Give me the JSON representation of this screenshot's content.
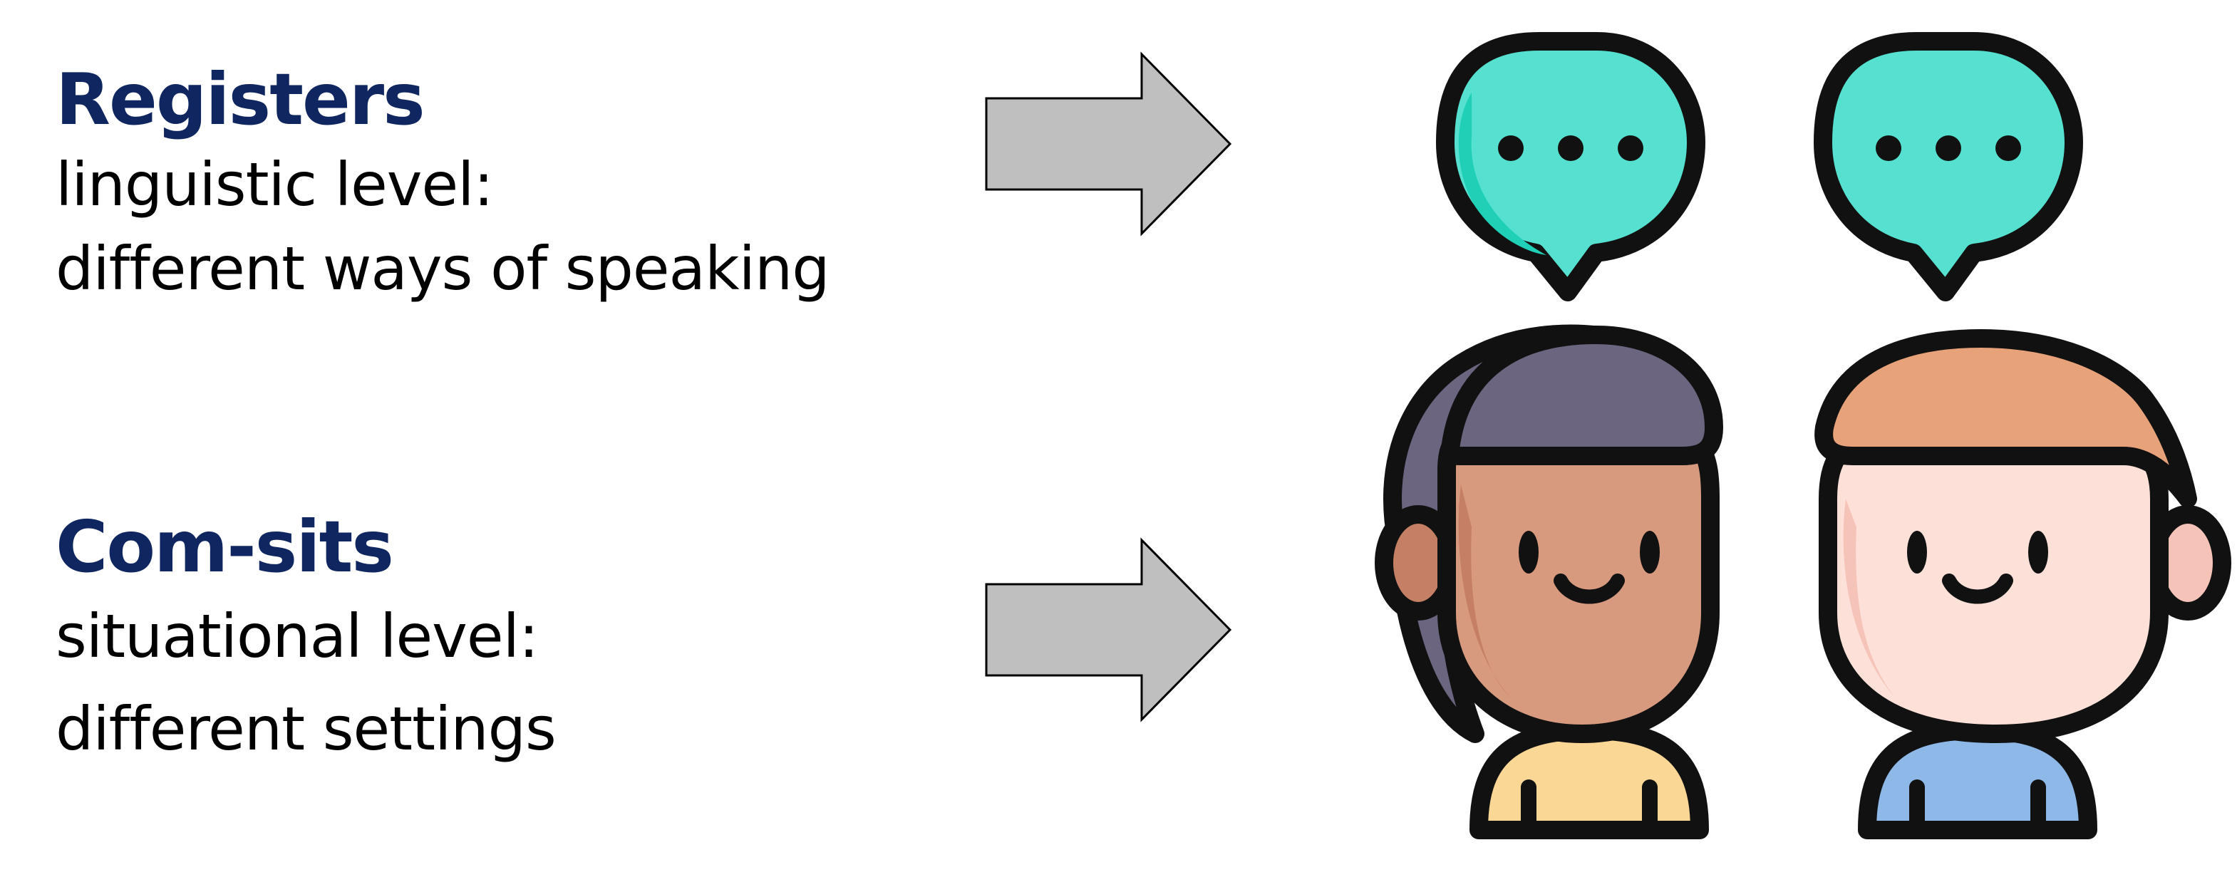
{
  "colors": {
    "heading": "#0f2660",
    "text": "#000000",
    "arrow_fill": "#bfbfbf",
    "arrow_stroke": "#000000",
    "bubble": "#55e0cf",
    "bubble_shade": "#1fcfb6",
    "outline": "#111111",
    "hair_left": "#6b6580",
    "skin_left": "#d89a7e",
    "skin_left_shade": "#c57f65",
    "shirt_left": "#fbd796",
    "hair_right": "#e8a27a",
    "skin_right": "#fde1d8",
    "skin_right_shade": "#f6c3b8",
    "shirt_right": "#8db8e8"
  },
  "registers": {
    "heading": "Registers",
    "line1": "linguistic level:",
    "line2": "different ways of speaking"
  },
  "comsits": {
    "heading": "Com-sits",
    "line1": "situational level:",
    "line2": "different settings"
  },
  "icons": {
    "arrow": "right-arrow-icon",
    "illustration": "two-people-talking-icon",
    "bubble": "speech-bubble-icon"
  }
}
